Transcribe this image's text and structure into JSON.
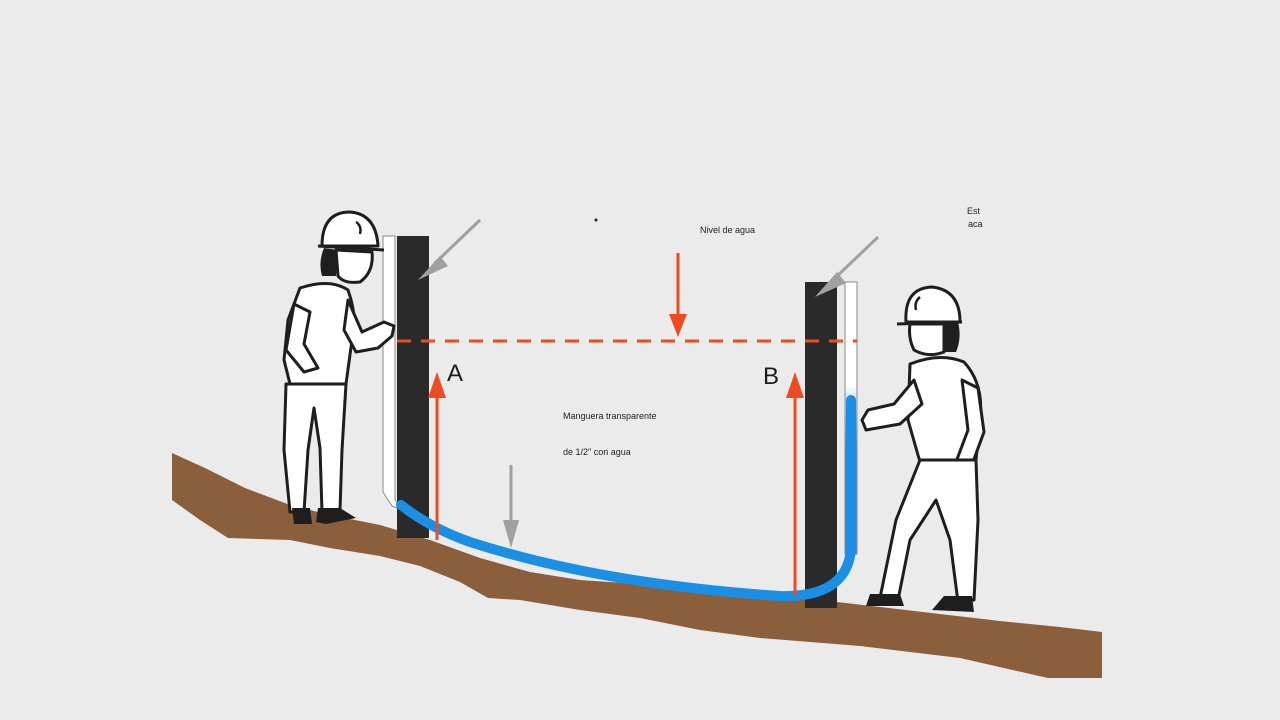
{
  "labels": {
    "water_level": "Nivel de agua",
    "note_line1": "Est",
    "note_line2": "aca",
    "point_a": "A",
    "point_b": "B",
    "hose_line1": "Manguera transparente",
    "hose_line2": "de 1/2\" con agua"
  },
  "colors": {
    "background": "#ebebeb",
    "ground": "#8b5e3c",
    "post": "#2a2a2a",
    "water": "#1a8fe3",
    "level_line": "#f04a23",
    "pointer_arrow": "#a0a0a0"
  },
  "icons": {
    "worker_left": "worker-with-helmet-icon",
    "worker_right": "worker-with-helmet-icon"
  }
}
